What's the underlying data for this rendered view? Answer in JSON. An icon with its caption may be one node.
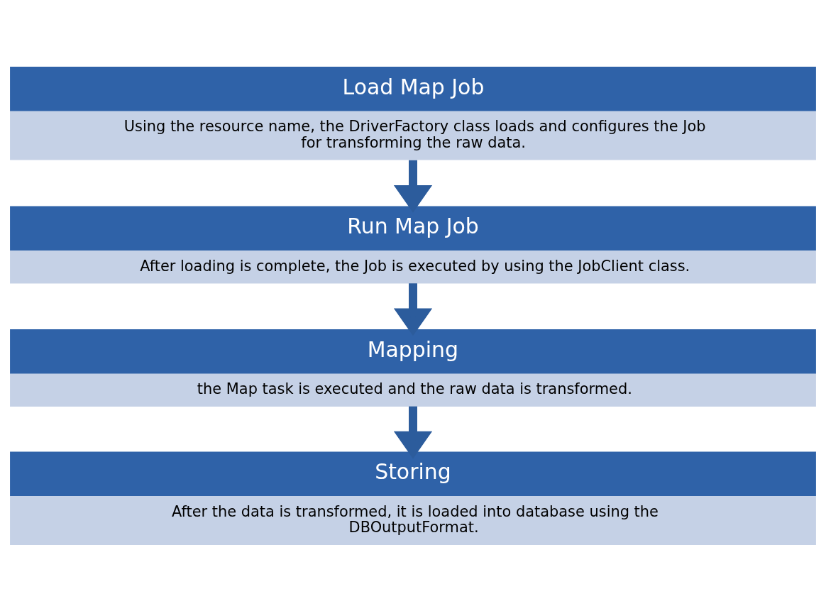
{
  "diagram": {
    "nodes": [
      {
        "text": [
          "Load Map Job",
          "Using the resource name, the DriverFactory class loads and configures the Job for transforming the raw data."
        ]
      },
      {
        "text": [
          "Run Map Job",
          "After loading is complete, the Job is executed by using the JobClient class."
        ]
      },
      {
        "text": [
          "Mapping",
          "the Map task is executed and the raw data is transformed."
        ]
      },
      {
        "text": [
          "Storing",
          "After the data is transformed, it is loaded into database using the DBOutputFormat."
        ]
      }
    ],
    "edges": [
      {
        "from": 0,
        "to": 1,
        "arrow": "to"
      },
      {
        "from": 1,
        "to": 2,
        "arrow": "to"
      },
      {
        "from": 2,
        "to": 3,
        "arrow": "to"
      }
    ]
  }
}
